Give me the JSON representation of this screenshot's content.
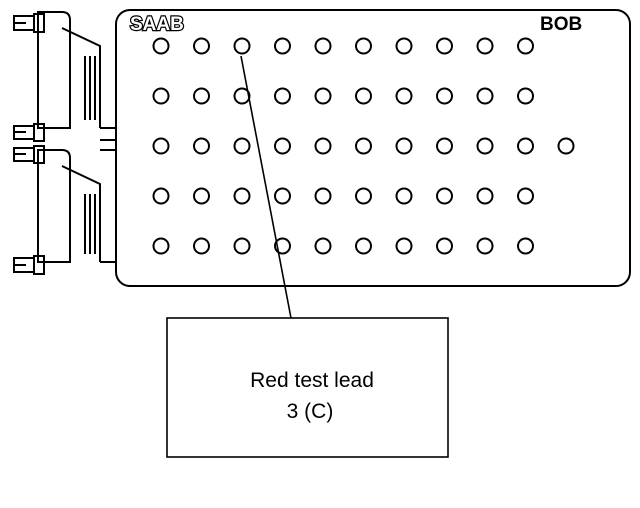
{
  "box": {
    "brand_left": "SAAB",
    "brand_right": "BOB"
  },
  "pin_rows": [
    10,
    10,
    11,
    10,
    10
  ],
  "callout": {
    "line1": "Red test lead",
    "line2": "3 (C)"
  },
  "colors": {
    "stroke": "#000000",
    "background": "#ffffff"
  }
}
